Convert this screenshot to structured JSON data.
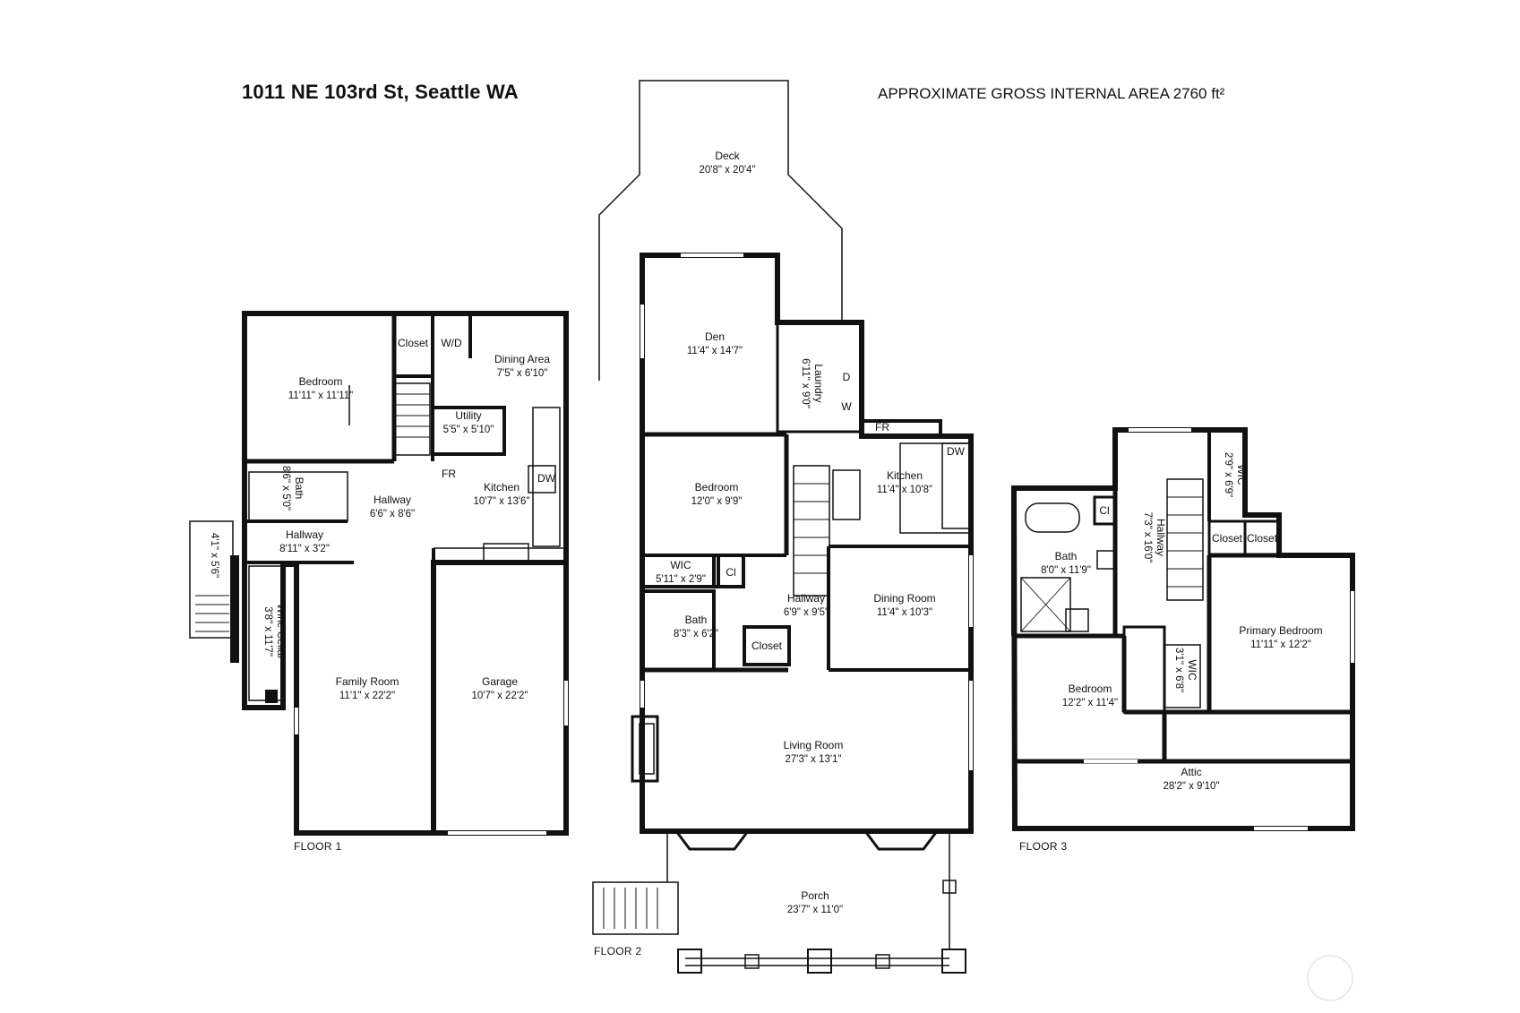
{
  "header": {
    "address": "1011 NE 103rd St, Seattle WA",
    "area": "APPROXIMATE GROSS INTERNAL AREA 2760  ft²"
  },
  "floors": [
    {
      "id": "floor-1",
      "label": "FLOOR 1"
    },
    {
      "id": "floor-2",
      "label": "FLOOR 2"
    },
    {
      "id": "floor-3",
      "label": "FLOOR 3"
    }
  ],
  "rooms": [
    {
      "id": "f1-bedroom",
      "name": "Bedroom",
      "dims": "11'11\" x 11'11\""
    },
    {
      "id": "f1-closet",
      "name": "Closet",
      "dims": ""
    },
    {
      "id": "f1-wd",
      "name": "W/D",
      "dims": ""
    },
    {
      "id": "f1-dining-area",
      "name": "Dining Area",
      "dims": "7'5\" x 6'10\""
    },
    {
      "id": "f1-utility",
      "name": "Utility",
      "dims": "5'5\" x 5'10\""
    },
    {
      "id": "f1-bath",
      "name": "Bath",
      "dims": "8'6\" x 5'0\""
    },
    {
      "id": "f1-hallway",
      "name": "Hallway",
      "dims": "6'6\" x 8'6\""
    },
    {
      "id": "f1-kitchen",
      "name": "Kitchen",
      "dims": "10'7\" x 13'6\""
    },
    {
      "id": "f1-fr",
      "name": "FR",
      "dims": ""
    },
    {
      "id": "f1-dw",
      "name": "DW",
      "dims": ""
    },
    {
      "id": "f1-hallway-2",
      "name": "Hallway",
      "dims": "8'11\" x 3'2\""
    },
    {
      "id": "f1-stair-landing",
      "name": "",
      "dims": "4'1\" x 5'6\""
    },
    {
      "id": "f1-wine-cellar",
      "name": "Wine Cellar",
      "dims": "3'8\" x 11'7\""
    },
    {
      "id": "f1-family-room",
      "name": "Family Room",
      "dims": "11'1\" x 22'2\""
    },
    {
      "id": "f1-garage",
      "name": "Garage",
      "dims": "10'7\" x 22'2\""
    },
    {
      "id": "f2-deck",
      "name": "Deck",
      "dims": "20'8\" x 20'4\""
    },
    {
      "id": "f2-den",
      "name": "Den",
      "dims": "11'4\" x 14'7\""
    },
    {
      "id": "f2-laundry",
      "name": "Laundry",
      "dims": "6'11\" x 9'0\""
    },
    {
      "id": "f2-d",
      "name": "D",
      "dims": ""
    },
    {
      "id": "f2-w",
      "name": "W",
      "dims": ""
    },
    {
      "id": "f2-fr",
      "name": "FR",
      "dims": ""
    },
    {
      "id": "f2-dw",
      "name": "DW",
      "dims": ""
    },
    {
      "id": "f2-bedroom",
      "name": "Bedroom",
      "dims": "12'0\" x 9'9\""
    },
    {
      "id": "f2-kitchen",
      "name": "Kitchen",
      "dims": "11'4\" x 10'8\""
    },
    {
      "id": "f2-wic",
      "name": "WIC",
      "dims": "5'11\" x 2'9\""
    },
    {
      "id": "f2-cl",
      "name": "Cl",
      "dims": ""
    },
    {
      "id": "f2-hallway",
      "name": "Hallway",
      "dims": "6'9\" x 9'5\""
    },
    {
      "id": "f2-dining-room",
      "name": "Dining Room",
      "dims": "11'4\" x 10'3\""
    },
    {
      "id": "f2-bath",
      "name": "Bath",
      "dims": "8'3\" x 6'2\""
    },
    {
      "id": "f2-closet",
      "name": "Closet",
      "dims": ""
    },
    {
      "id": "f2-living-room",
      "name": "Living Room",
      "dims": "27'3\" x 13'1\""
    },
    {
      "id": "f2-porch",
      "name": "Porch",
      "dims": "23'7\" x 11'0\""
    },
    {
      "id": "f3-wic",
      "name": "WIC",
      "dims": "2'9\" x 6'9\""
    },
    {
      "id": "f3-cl",
      "name": "Cl",
      "dims": ""
    },
    {
      "id": "f3-hallway",
      "name": "Hallway",
      "dims": "7'3\" x 16'0\""
    },
    {
      "id": "f3-bath",
      "name": "Bath",
      "dims": "8'0\" x 11'9\""
    },
    {
      "id": "f3-closet-1",
      "name": "Closet",
      "dims": ""
    },
    {
      "id": "f3-closet-2",
      "name": "Closet",
      "dims": ""
    },
    {
      "id": "f3-primary-bedroom",
      "name": "Primary Bedroom",
      "dims": "11'11\" x 12'2\""
    },
    {
      "id": "f3-wic-2",
      "name": "WIC",
      "dims": "3'1\" x 6'8\""
    },
    {
      "id": "f3-bedroom",
      "name": "Bedroom",
      "dims": "12'2\" x 11'4\""
    },
    {
      "id": "f3-attic",
      "name": "Attic",
      "dims": "28'2\" x 9'10\""
    }
  ]
}
